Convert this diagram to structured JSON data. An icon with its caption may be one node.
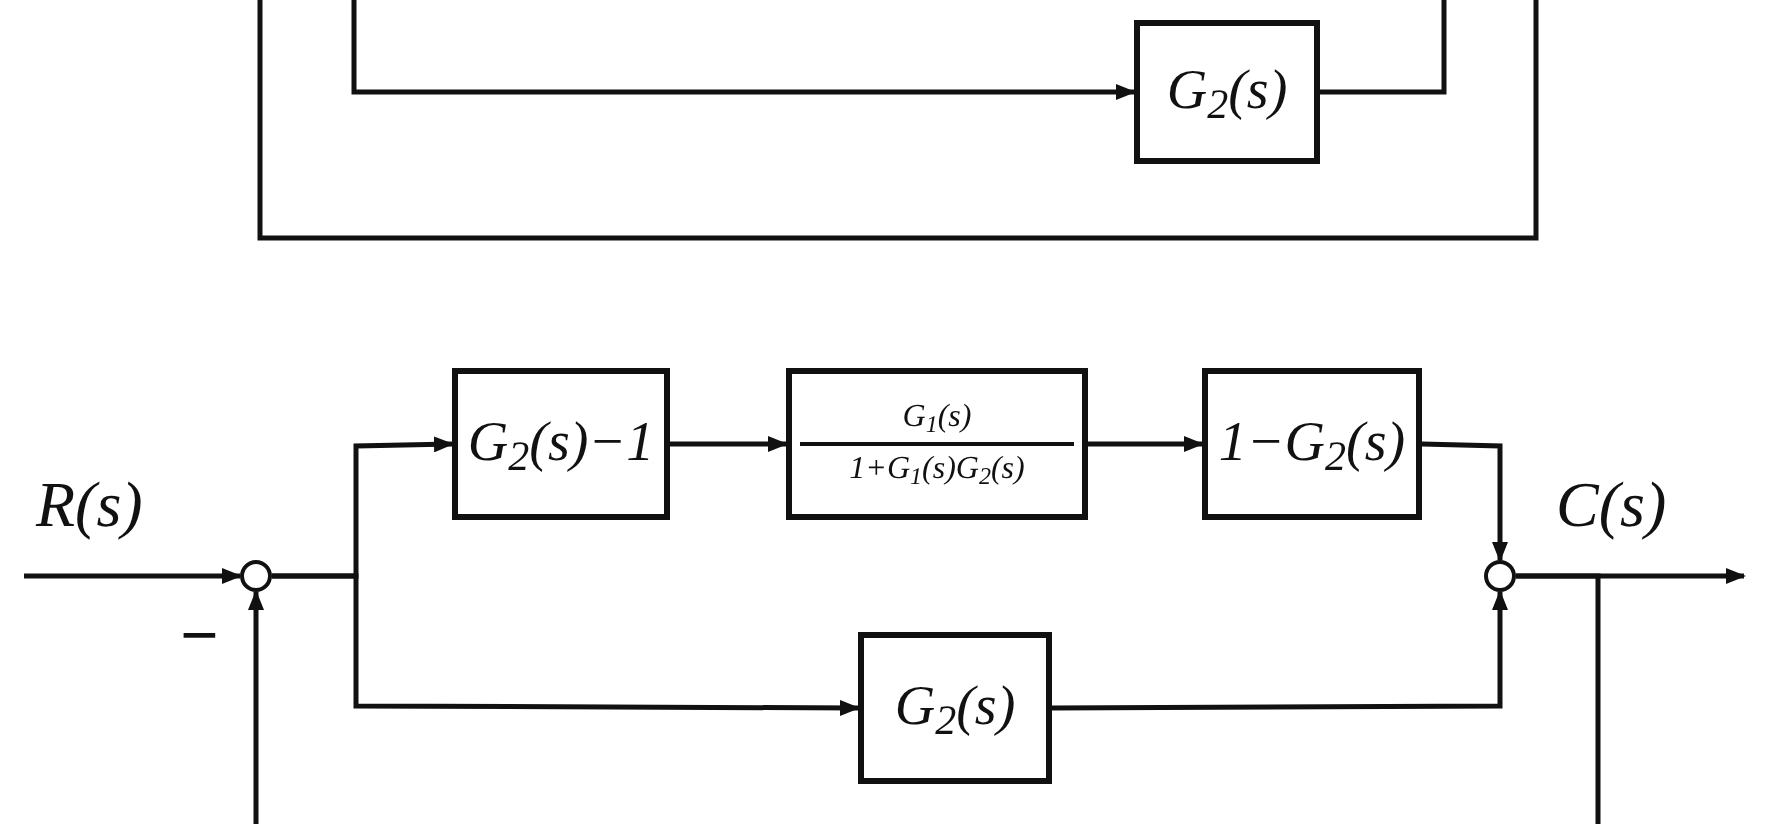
{
  "diagram": {
    "nodes": [
      {
        "text": [
          "G$_{2}$(s)"
        ]
      },
      {
        "text": [],
        "shape": "circle"
      },
      {
        "text": [
          "G$_{2}$(s)−1"
        ]
      },
      {
        "text": [
          "G$_{1}$(s)",
          "1+G$_{1}$(s)G$_{2}$(s)"
        ]
      },
      {
        "text": [
          "1−G$_{2}$(s)"
        ]
      },
      {
        "text": [],
        "shape": "circle"
      },
      {
        "text": [
          "G$_{2}$(s)"
        ]
      }
    ],
    "edges": [
      {
        "from": null,
        "to": 0,
        "arrow": "to"
      },
      {
        "from": 0,
        "to": null,
        "arrow": "none"
      },
      {
        "from": null,
        "to": 1,
        "arrow": "to",
        "label": "R(s)"
      },
      {
        "from": 1,
        "to": 2,
        "arrow": "to"
      },
      {
        "from": 1,
        "to": 6,
        "arrow": "to"
      },
      {
        "from": 2,
        "to": 3,
        "arrow": "to"
      },
      {
        "from": 3,
        "to": 4,
        "arrow": "to"
      },
      {
        "from": 4,
        "to": 5,
        "arrow": "to"
      },
      {
        "from": 6,
        "to": 5,
        "arrow": "to"
      },
      {
        "from": 5,
        "to": null,
        "arrow": "to",
        "label": "C(s)"
      },
      {
        "from": 5,
        "to": null,
        "arrow": "none"
      },
      {
        "from": null,
        "to": 1,
        "arrow": "to"
      }
    ],
    "labels": [
      "−"
    ]
  }
}
